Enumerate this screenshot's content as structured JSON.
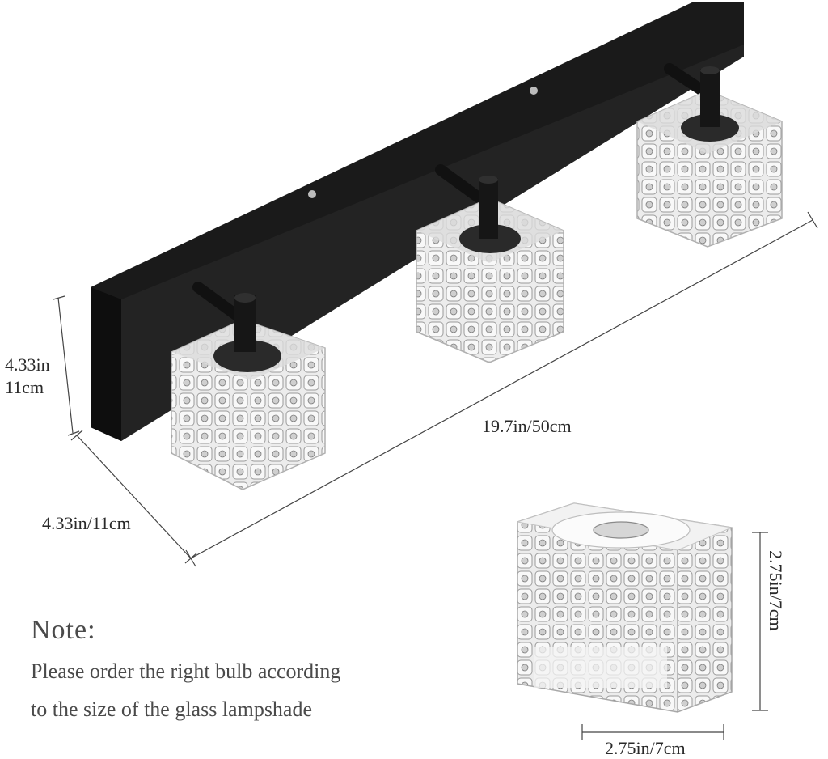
{
  "dimensions": {
    "height_in": "4.33in",
    "height_cm": "11cm",
    "depth": "4.33in/11cm",
    "length": "19.7in/50cm",
    "shade_height": "2.75in/7cm",
    "shade_width": "2.75in/7cm"
  },
  "note": {
    "title": "Note:",
    "line1": "Please order the right bulb according",
    "line2": "to the size of the glass lampshade"
  },
  "colors": {
    "fixture_black": "#1c1c1c",
    "glass": "#e9e9e9",
    "text": "#3a3a3a"
  }
}
